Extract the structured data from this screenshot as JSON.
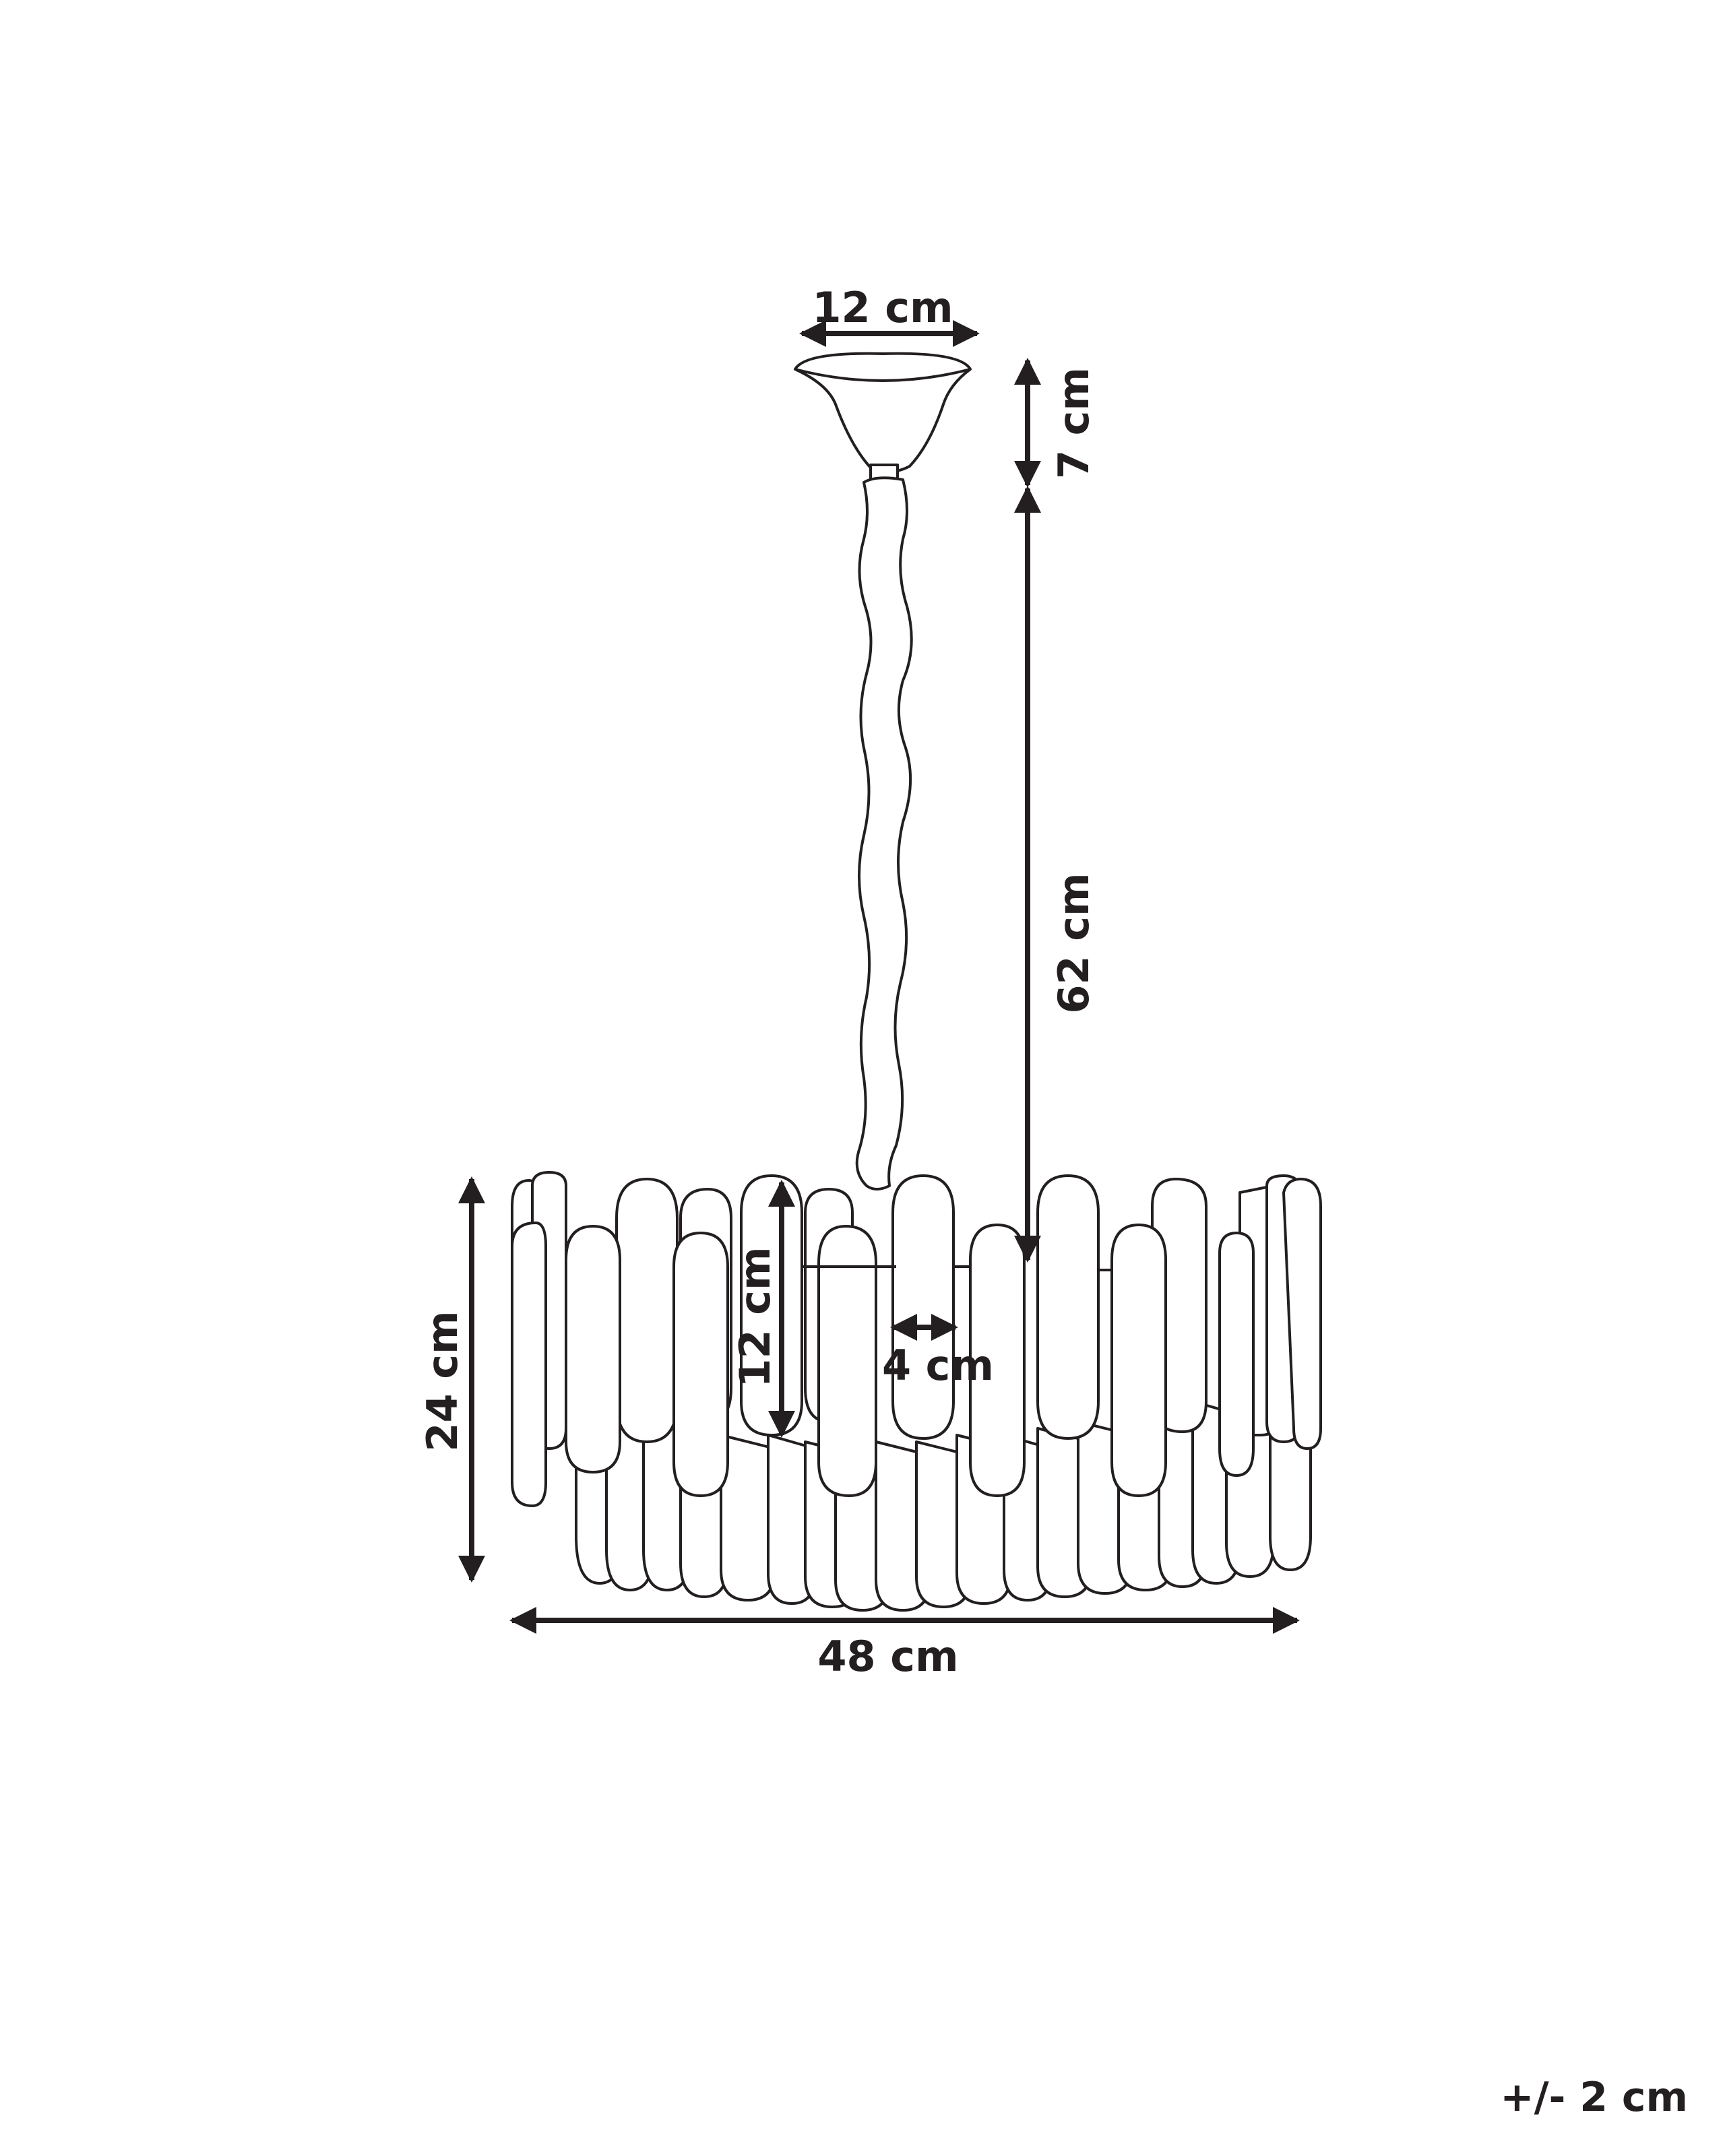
{
  "dimensions": {
    "canopy_width": "12 cm",
    "canopy_height": "7 cm",
    "chain_length": "62 cm",
    "shade_height": "24 cm",
    "shade_width": "48 cm",
    "plate_height": "12 cm",
    "plate_width": "4 cm"
  },
  "tolerance": "+/- 2 cm",
  "colors": {
    "line": "#231f20",
    "background": "#ffffff"
  }
}
